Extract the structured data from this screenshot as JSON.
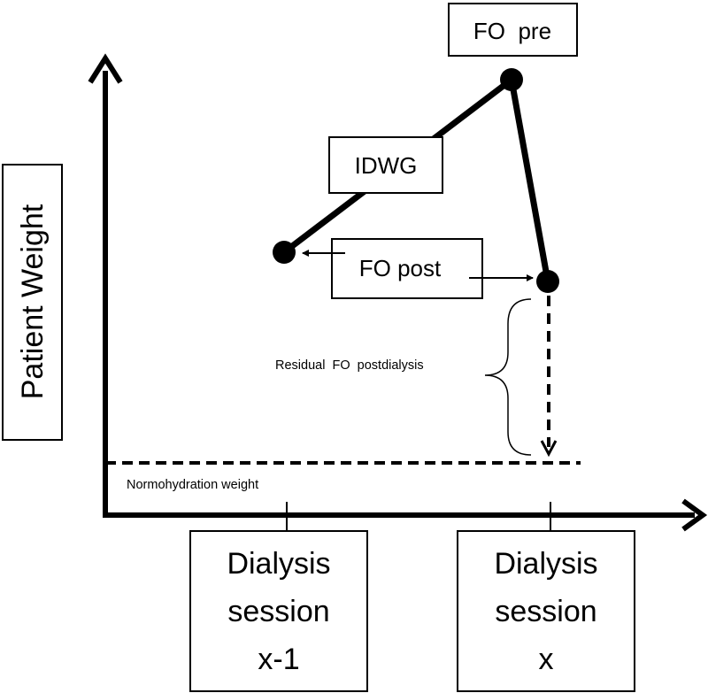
{
  "y_axis_label": "Patient Weight",
  "boxes": {
    "fo_pre": "FO  pre",
    "idwg": "IDWG",
    "fo_post": "FO post"
  },
  "annotations": {
    "residual": "Residual  FO  postdialysis",
    "normohydration": "Normohydration weight"
  },
  "sessions": [
    {
      "line1": "Dialysis",
      "line2": "session",
      "line3": "x-1"
    },
    {
      "line1": "Dialysis",
      "line2": "session",
      "line3": "x"
    }
  ],
  "colors": {
    "ink": "#000000",
    "background": "#ffffff"
  }
}
